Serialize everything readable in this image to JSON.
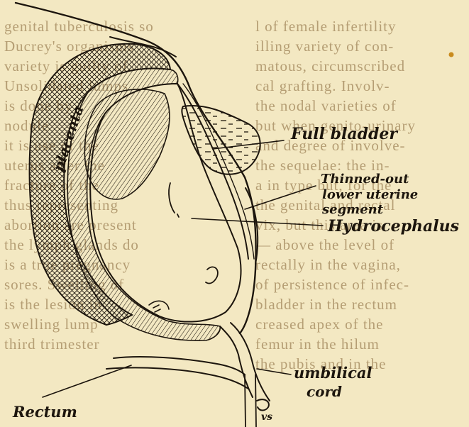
{
  "figure": {
    "labels": {
      "placenta": "placenta",
      "full_bladder": "Full bladder",
      "lower_segment_line1": "Thinned-out",
      "lower_segment_line2": "lower uterine",
      "lower_segment_line3": "segment",
      "hydrocephalus": "Hydrocephalus",
      "umbilical_line1": "umbilical",
      "umbilical_line2": "cord",
      "rectum": "Rectum",
      "vs": "vs"
    },
    "colors": {
      "paper": "#f3e8c2",
      "ink": "#1c150d",
      "bleed_through": "#b59e74"
    }
  },
  "background_text": {
    "lines": [
      "l of female infertility",
      "illing variety of con-",
      "matous, circumscribed",
      "cal grafting. Involv-",
      "the nodal varieties of",
      "but when genito-urinary",
      "and degree of involve-",
      "the sequelae: the in-",
      "a in type but, for the",
      "the genital and rectal",
      "vix, but this area is",
      "— above the level of",
      "rectally in the vagina,",
      "of persistence of infec-",
      "bladder in the rectum",
      "creased apex of the",
      "femur in the hilum",
      "the pubis and in the"
    ],
    "right_lines": [
      "genital tuberculosis so",
      "Ducrey's organisms",
      "variety is guilty of",
      "Unsolidated lumps",
      "is done by",
      "nodule",
      "it is use of the",
      "uterus after the",
      "fracture of the",
      "thus representing",
      "abortion are present",
      "the lymph glands do",
      "is a true pregnancy",
      "sores. Swelling of",
      "is the lesion in",
      "swelling lump",
      "third trimester"
    ]
  }
}
